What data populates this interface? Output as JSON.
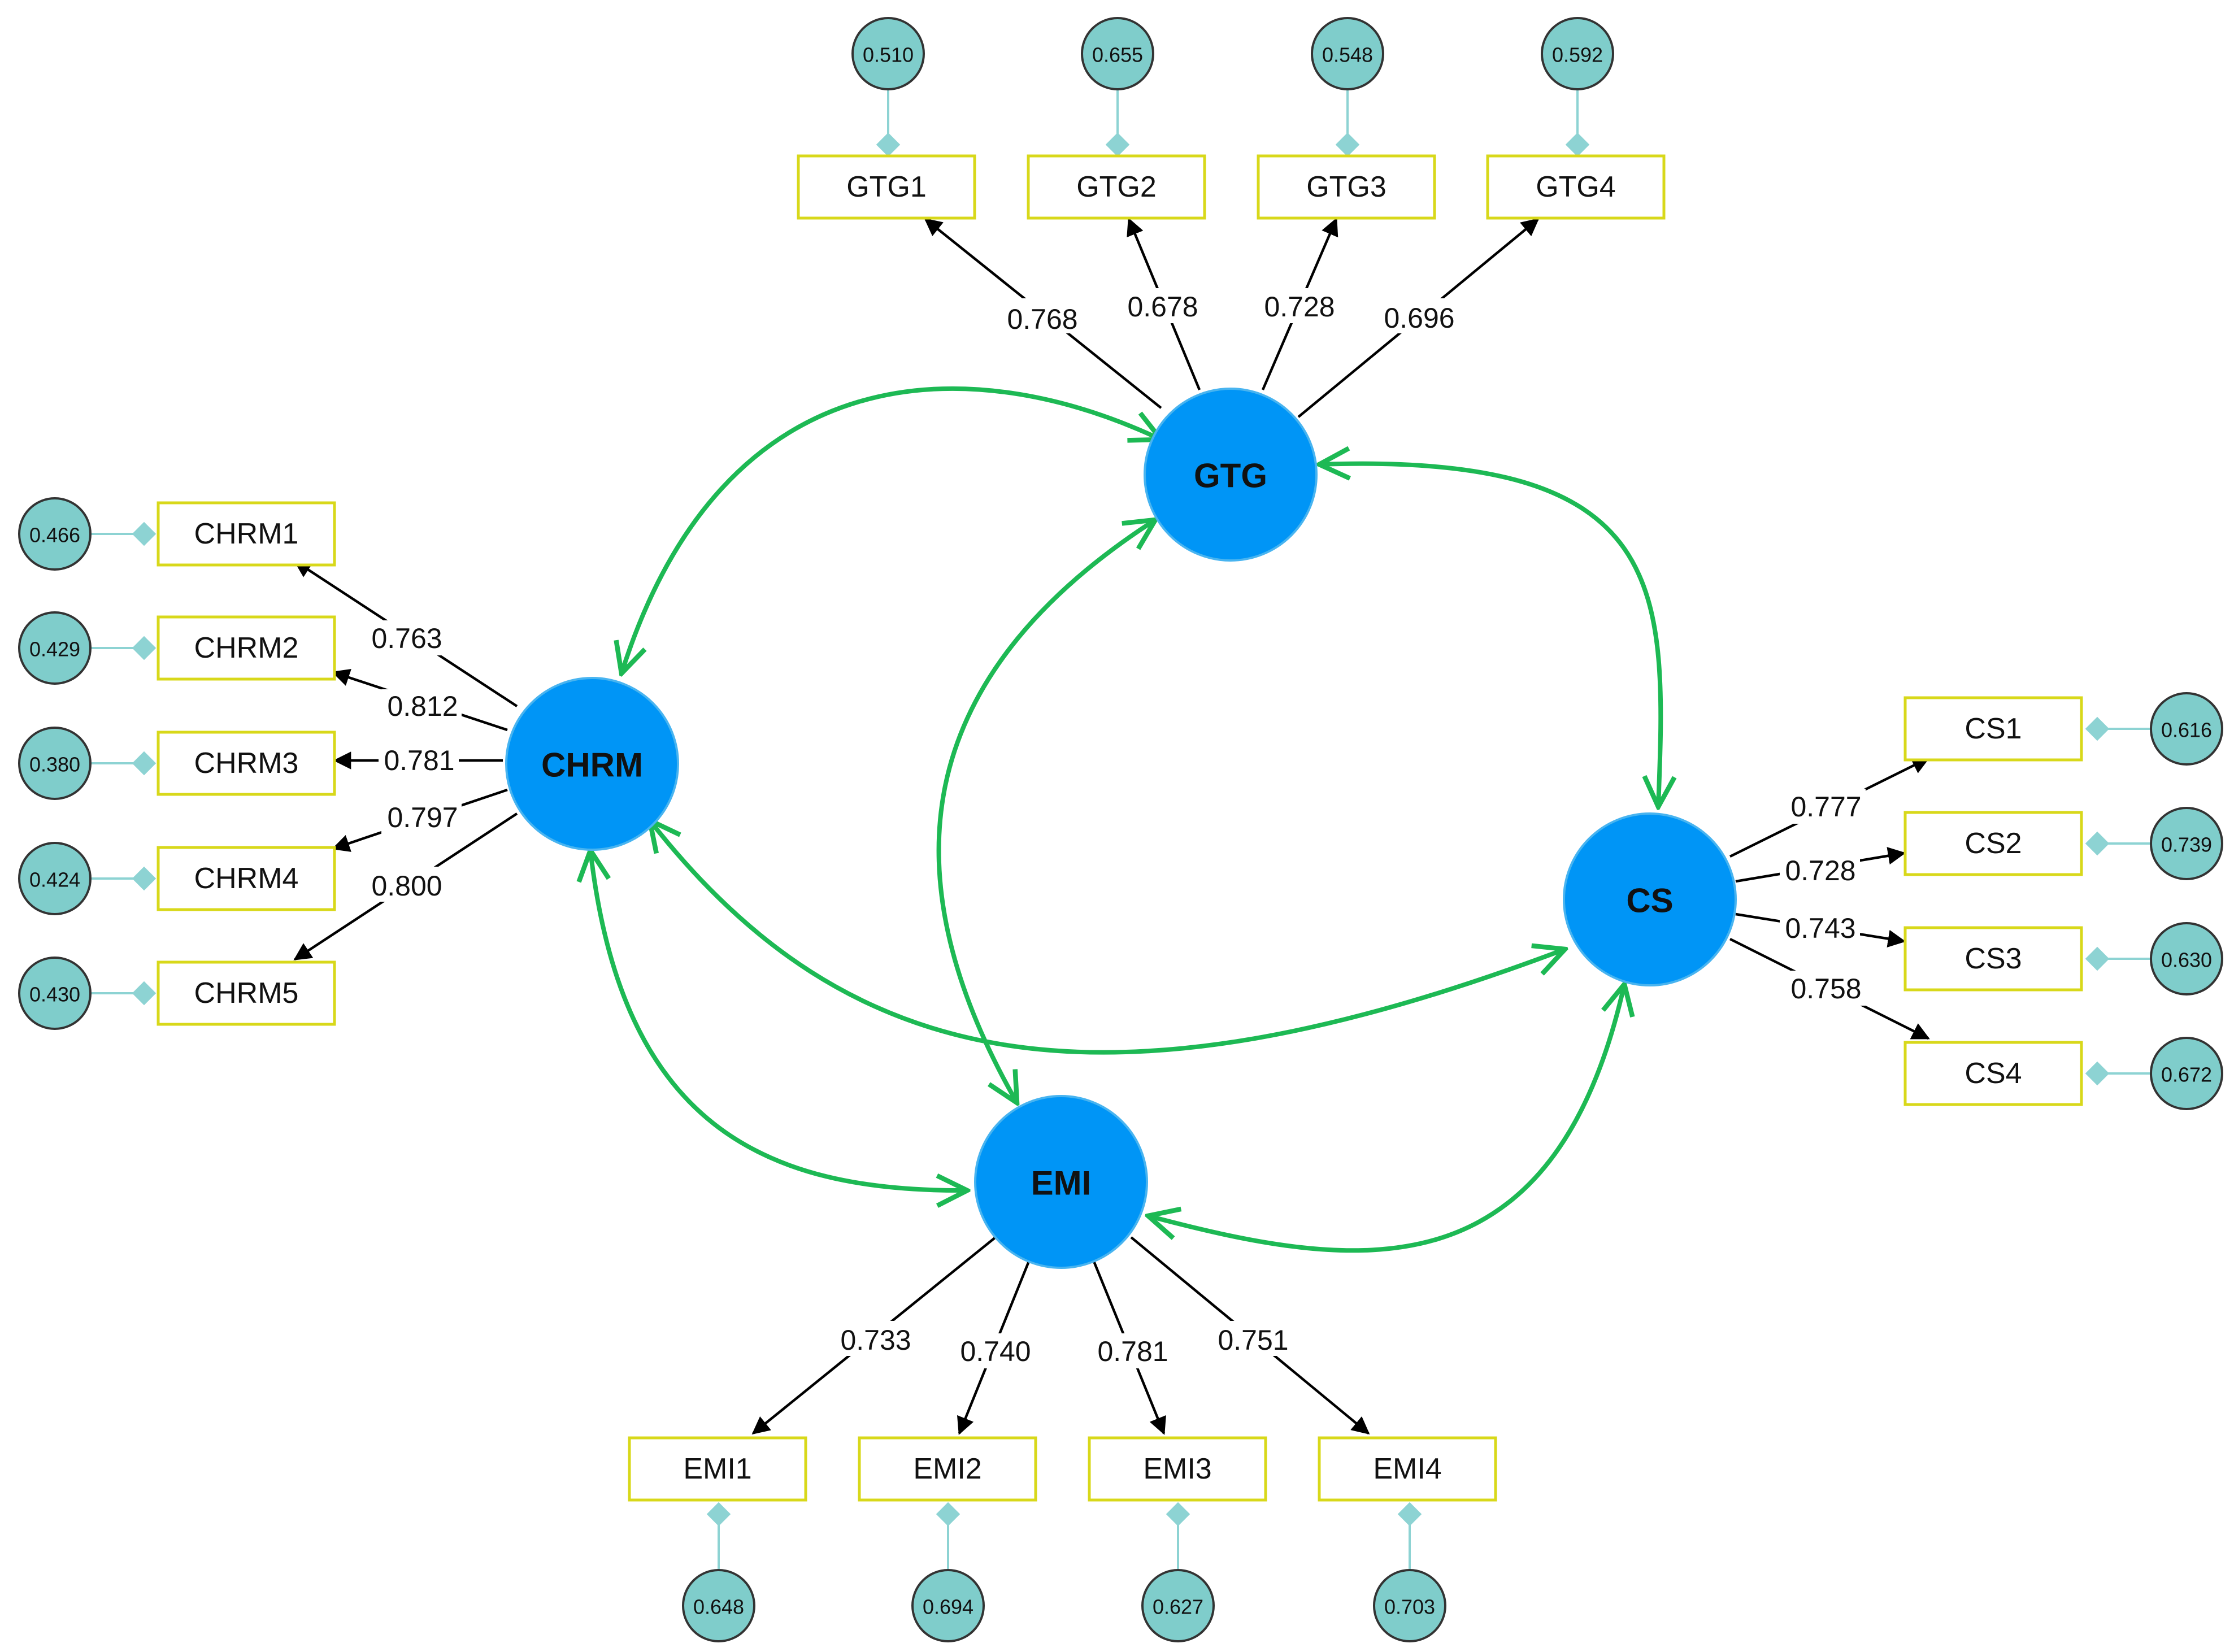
{
  "constructs": [
    {
      "id": "GTG",
      "label": "GTG"
    },
    {
      "id": "CHRM",
      "label": "CHRM"
    },
    {
      "id": "CS",
      "label": "CS"
    },
    {
      "id": "EMI",
      "label": "EMI"
    }
  ],
  "indicators": [
    {
      "label": "GTG1",
      "construct": "GTG",
      "loading": "0.768",
      "error": "0.510"
    },
    {
      "label": "GTG2",
      "construct": "GTG",
      "loading": "0.678",
      "error": "0.655"
    },
    {
      "label": "GTG3",
      "construct": "GTG",
      "loading": "0.728",
      "error": "0.548"
    },
    {
      "label": "GTG4",
      "construct": "GTG",
      "loading": "0.696",
      "error": "0.592"
    },
    {
      "label": "CHRM1",
      "construct": "CHRM",
      "loading": "0.763",
      "error": "0.466"
    },
    {
      "label": "CHRM2",
      "construct": "CHRM",
      "loading": "0.812",
      "error": "0.429"
    },
    {
      "label": "CHRM3",
      "construct": "CHRM",
      "loading": "0.781",
      "error": "0.380"
    },
    {
      "label": "CHRM4",
      "construct": "CHRM",
      "loading": "0.797",
      "error": "0.424"
    },
    {
      "label": "CHRM5",
      "construct": "CHRM",
      "loading": "0.800",
      "error": "0.430"
    },
    {
      "label": "CS1",
      "construct": "CS",
      "loading": "0.777",
      "error": "0.616"
    },
    {
      "label": "CS2",
      "construct": "CS",
      "loading": "0.728",
      "error": "0.739"
    },
    {
      "label": "CS3",
      "construct": "CS",
      "loading": "0.743",
      "error": "0.630"
    },
    {
      "label": "CS4",
      "construct": "CS",
      "loading": "0.758",
      "error": "0.672"
    },
    {
      "label": "EMI1",
      "construct": "EMI",
      "loading": "0.733",
      "error": "0.648"
    },
    {
      "label": "EMI2",
      "construct": "EMI",
      "loading": "0.740",
      "error": "0.694"
    },
    {
      "label": "EMI3",
      "construct": "EMI",
      "loading": "0.781",
      "error": "0.627"
    },
    {
      "label": "EMI4",
      "construct": "EMI",
      "loading": "0.751",
      "error": "0.703"
    }
  ],
  "correlations": [
    [
      "CHRM",
      "GTG"
    ],
    [
      "GTG",
      "CS"
    ],
    [
      "EMI",
      "GTG"
    ],
    [
      "CHRM",
      "EMI"
    ],
    [
      "CHRM",
      "CS"
    ],
    [
      "EMI",
      "CS"
    ]
  ],
  "colors": {
    "construct_fill": "#0095F6",
    "construct_stroke": "#48B4F0",
    "indicator_stroke": "#D8D81A",
    "error_fill": "#7FCDCB",
    "error_connector": "#8DD3D3",
    "loading_arrow": "#000000",
    "correlation_arc": "#1DB954"
  }
}
